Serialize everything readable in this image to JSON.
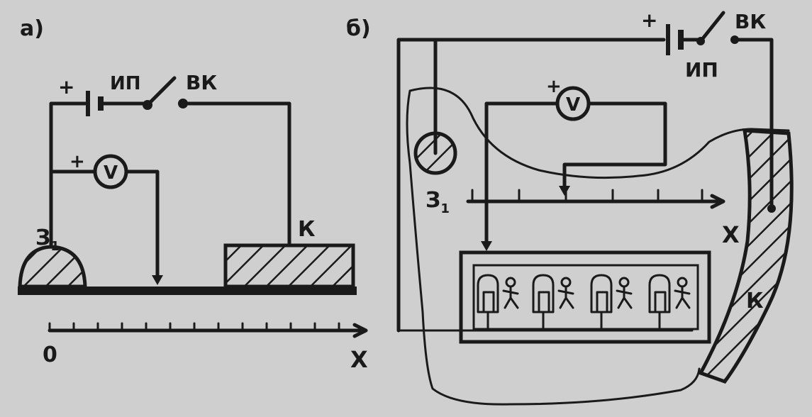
{
  "panel_a": {
    "tag": "а)",
    "plus_source": "+",
    "source": "ИП",
    "switch": "ВК",
    "plus_meter": "+",
    "meter": "V",
    "electrode": "З",
    "electrode_sub": "1",
    "collector": "К",
    "axis_origin": "0",
    "axis": "X"
  },
  "panel_b": {
    "tag": "б)",
    "plus_source": "+",
    "source": "ИП",
    "switch": "ВК",
    "plus_meter": "+",
    "meter": "V",
    "electrode": "З",
    "electrode_sub": "1",
    "collector": "К",
    "axis": "X"
  },
  "colors": {
    "ink": "#1a1a1a",
    "paper": "#cfcfcf"
  }
}
